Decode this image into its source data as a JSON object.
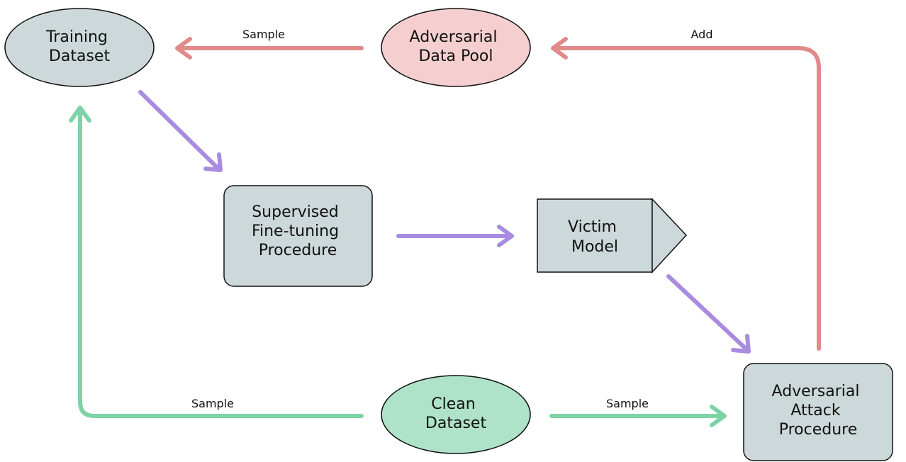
{
  "nodes": {
    "training_dataset": {
      "lines": [
        "Training",
        "Dataset"
      ],
      "fill": "#cdd8da"
    },
    "adversarial_data_pool": {
      "lines": [
        "Adversarial",
        "Data Pool"
      ],
      "fill": "#f5cfd0"
    },
    "sft_procedure": {
      "lines": [
        "Supervised",
        "Fine-tuning",
        "Procedure"
      ],
      "fill": "#cdd8da"
    },
    "victim_model": {
      "lines": [
        "Victim",
        "Model"
      ],
      "fill": "#cdd8da"
    },
    "clean_dataset": {
      "lines": [
        "Clean",
        "Dataset"
      ],
      "fill": "#aee3c9"
    },
    "attack_procedure": {
      "lines": [
        "Adversarial",
        "Attack",
        "Procedure"
      ],
      "fill": "#cdd8da"
    }
  },
  "edges": {
    "pool_to_training": {
      "label": "Sample",
      "color": "#e08a8a"
    },
    "attack_to_pool": {
      "label": "Add",
      "color": "#e08a8a"
    },
    "clean_to_training": {
      "label": "Sample",
      "color": "#7dd3a6"
    },
    "clean_to_attack": {
      "label": "Sample",
      "color": "#7dd3a6"
    },
    "training_to_sft": {
      "label": "",
      "color": "#a98be0"
    },
    "sft_to_victim": {
      "label": "",
      "color": "#a98be0"
    },
    "victim_to_attack": {
      "label": "",
      "color": "#a98be0"
    }
  }
}
